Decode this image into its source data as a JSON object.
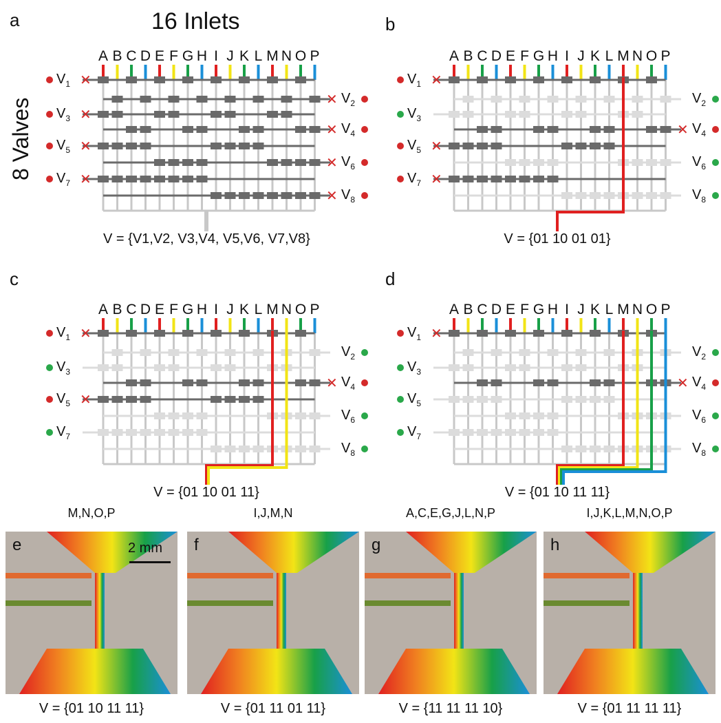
{
  "title_inlets": "16 Inlets",
  "title_valves": "8 Valves",
  "inlet_letters": [
    "A",
    "B",
    "C",
    "D",
    "E",
    "F",
    "G",
    "H",
    "I",
    "J",
    "K",
    "L",
    "M",
    "N",
    "O",
    "P"
  ],
  "inlet_colors": [
    "#e02020",
    "#f2e416",
    "#18a048",
    "#1a8fd8",
    "#e02020",
    "#f2e416",
    "#18a048",
    "#1a8fd8",
    "#e02020",
    "#f2e416",
    "#18a048",
    "#1a8fd8",
    "#e02020",
    "#f2e416",
    "#18a048",
    "#1a8fd8"
  ],
  "colors": {
    "closed_valve": "#6a6a6a",
    "open_valve": "#dcdcdc",
    "channel": "#c8c8c8",
    "red_dot": "#d42a2a",
    "green_dot": "#2aa84a",
    "x_mark": "#d42a2a"
  },
  "valve_names": [
    "V1",
    "V2",
    "V3",
    "V4",
    "V5",
    "V6",
    "V7",
    "V8"
  ],
  "panels": [
    {
      "letter": "a",
      "closed": [
        true,
        true,
        true,
        true,
        true,
        true,
        true,
        true
      ],
      "caption": "V = {V1,V2, V3,V4, V5,V6, V7,V8}"
    },
    {
      "letter": "b",
      "closed": [
        true,
        false,
        false,
        true,
        true,
        false,
        true,
        false
      ],
      "caption": "V = {01 10 01 01}",
      "outlet_colors": [
        "#e02020"
      ]
    },
    {
      "letter": "c",
      "closed": [
        true,
        false,
        false,
        true,
        true,
        false,
        false,
        false
      ],
      "caption": "V = {01 10 01 11}",
      "outlet_colors": [
        "#e02020",
        "#f2e416"
      ]
    },
    {
      "letter": "d",
      "closed": [
        true,
        false,
        false,
        true,
        false,
        false,
        false,
        false
      ],
      "caption": "V = {01 10 11 11}",
      "outlet_colors": [
        "#e02020",
        "#f2e416",
        "#18a048",
        "#1a8fd8"
      ]
    }
  ],
  "photos": [
    {
      "letter": "e",
      "title": "M,N,O,P",
      "caption": "V = {01 10 11 11}",
      "scale": "2 mm"
    },
    {
      "letter": "f",
      "title": "I,J,M,N",
      "caption": "V = {01 11 01 11}"
    },
    {
      "letter": "g",
      "title": "A,C,E,G,J,L,N,P",
      "caption": "V = {11 11 11 10}"
    },
    {
      "letter": "h",
      "title": "I,J,K,L,M,N,O,P",
      "caption": "V = {01 11 11 11}"
    }
  ]
}
